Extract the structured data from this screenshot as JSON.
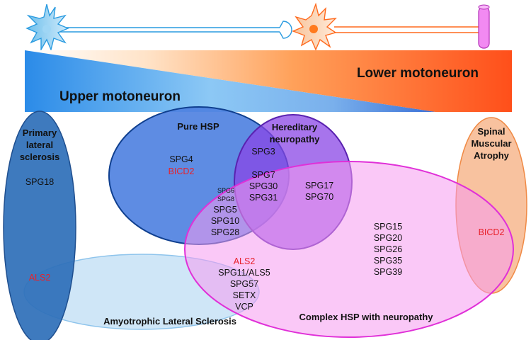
{
  "banner": {
    "upper_label": "Upper motoneuron",
    "lower_label": "Lower motoneuron"
  },
  "groups": {
    "pls": {
      "title_lines": [
        "Primary",
        "lateral",
        "sclerosis"
      ],
      "genes": [
        "SPG18"
      ],
      "red_genes": [
        "ALS2"
      ]
    },
    "pure_hsp": {
      "title": "Pure HSP",
      "genes": [
        "SPG4"
      ],
      "red_genes": [
        "BICD2"
      ]
    },
    "hered_neuro": {
      "title_lines": [
        "Hereditary",
        "neuropathy"
      ],
      "genes": [
        "SPG17",
        "SPG70"
      ]
    },
    "sma": {
      "title_lines": [
        "Spinal",
        "Muscular",
        "Atrophy"
      ],
      "red_genes": [
        "BICD2"
      ]
    },
    "als": {
      "title": "Amyotrophic Lateral Sclerosis"
    },
    "complex_hsp": {
      "title": "Complex HSP with neuropathy",
      "genes": [
        "SPG15",
        "SPG20",
        "SPG26",
        "SPG35",
        "SPG39"
      ]
    }
  },
  "overlaps": {
    "pure_hered": [
      "SPG3"
    ],
    "pure_hered_complex": [
      "SPG7",
      "SPG30",
      "SPG31"
    ],
    "pure_complex_small": [
      "SPG6",
      "SPG8"
    ],
    "pure_complex": [
      "SPG5",
      "SPG10",
      "SPG28"
    ],
    "als_complex_red": [
      "ALS2"
    ],
    "als_complex": [
      "SPG11/ALS5",
      "SPG57",
      "SETX",
      "VCP"
    ]
  },
  "colors": {
    "upper_blue": "#2f8ee8",
    "lower_orange": "#ff5a1e",
    "pls_fill": "#2e6fb8",
    "pure_hsp_fill": "#4d7fe0",
    "hered_fill": "#8a45e6",
    "complex_fill": "#f59af0",
    "als_fill": "#c7e2f6",
    "sma_fill": "#f7b78e",
    "red_text": "#e8212b"
  }
}
